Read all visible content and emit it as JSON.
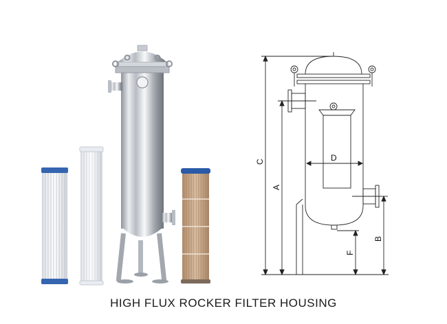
{
  "caption": "HIGH FLUX ROCKER FILTER HOUSING",
  "drawing": {
    "labels": {
      "A": "A",
      "B": "B",
      "C": "C",
      "D": "D",
      "F": "F"
    }
  },
  "colors": {
    "steel": "#c9ccd2",
    "cartridge_white": "#f2f4f7",
    "cartridge_tan": "#c9a98a",
    "cap_blue": "#2a5aa8"
  }
}
